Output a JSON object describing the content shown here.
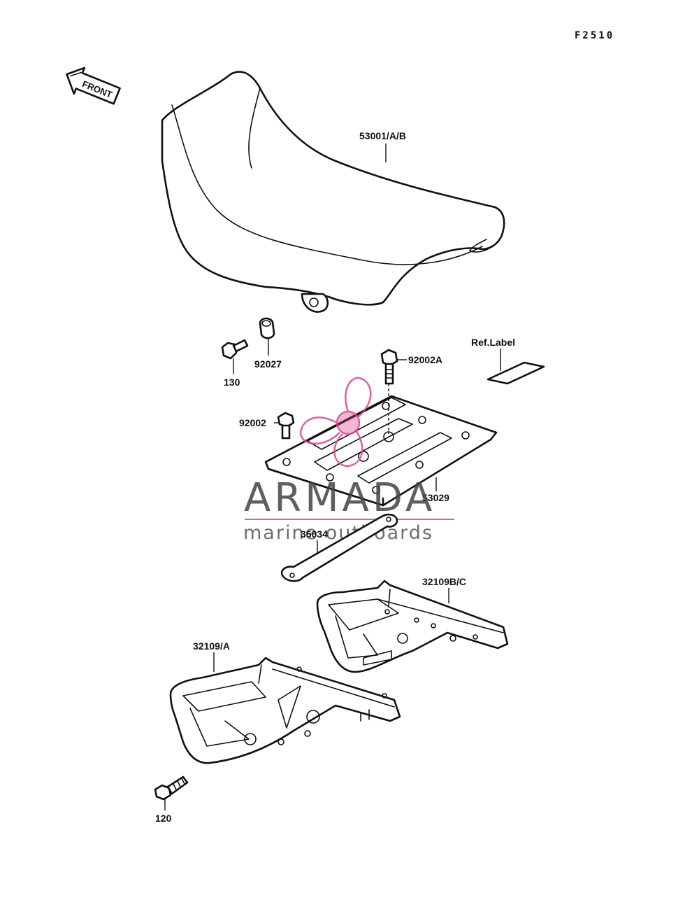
{
  "diagram": {
    "ref_code": "F2510",
    "front_arrow_label": "FRONT",
    "parts": {
      "seat": "53001/A/B",
      "bolt_130": "130",
      "collar_92027": "92027",
      "bolt_92002a": "92002A",
      "ref_label": "Ref.Label",
      "bolt_92002": "92002",
      "seat_base": "53029",
      "strap_35034": "35034",
      "bracket_right": "32109B/C",
      "bracket_left": "32109/A",
      "bolt_120": "120"
    }
  },
  "watermark": {
    "brand": "ARMADA",
    "tagline": "marine outboards",
    "accent_color": "#d9468f",
    "text_color": "#444444"
  }
}
